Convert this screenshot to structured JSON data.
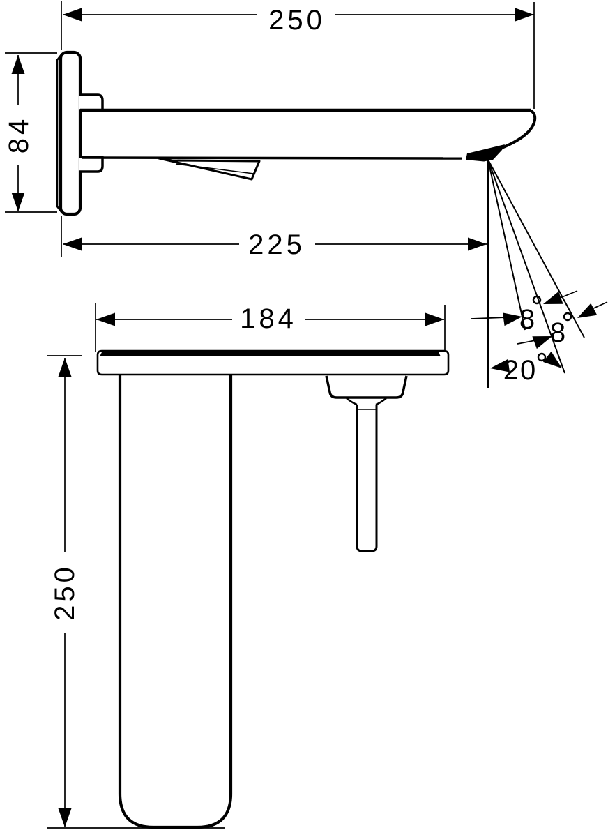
{
  "colors": {
    "background": "#ffffff",
    "line": "#000000"
  },
  "views": {
    "side_view": "wall-mounted spout with escutcheon, mounting stubs, lever and water stream",
    "front_view": "cover plate with handle body and spout outlet pipe"
  },
  "dimensions": {
    "spout_overall_length": {
      "label": "250"
    },
    "escutcheon_height": {
      "label": "84"
    },
    "spout_to_stream": {
      "label": "225"
    },
    "plate_width": {
      "label": "184"
    },
    "body_height": {
      "label": "250"
    }
  },
  "angles": {
    "stream_inner": {
      "value": "8",
      "unit": "°"
    },
    "stream_outer": {
      "value": "8",
      "unit": "°"
    },
    "stream_total": {
      "value": "20",
      "unit": "°"
    }
  }
}
